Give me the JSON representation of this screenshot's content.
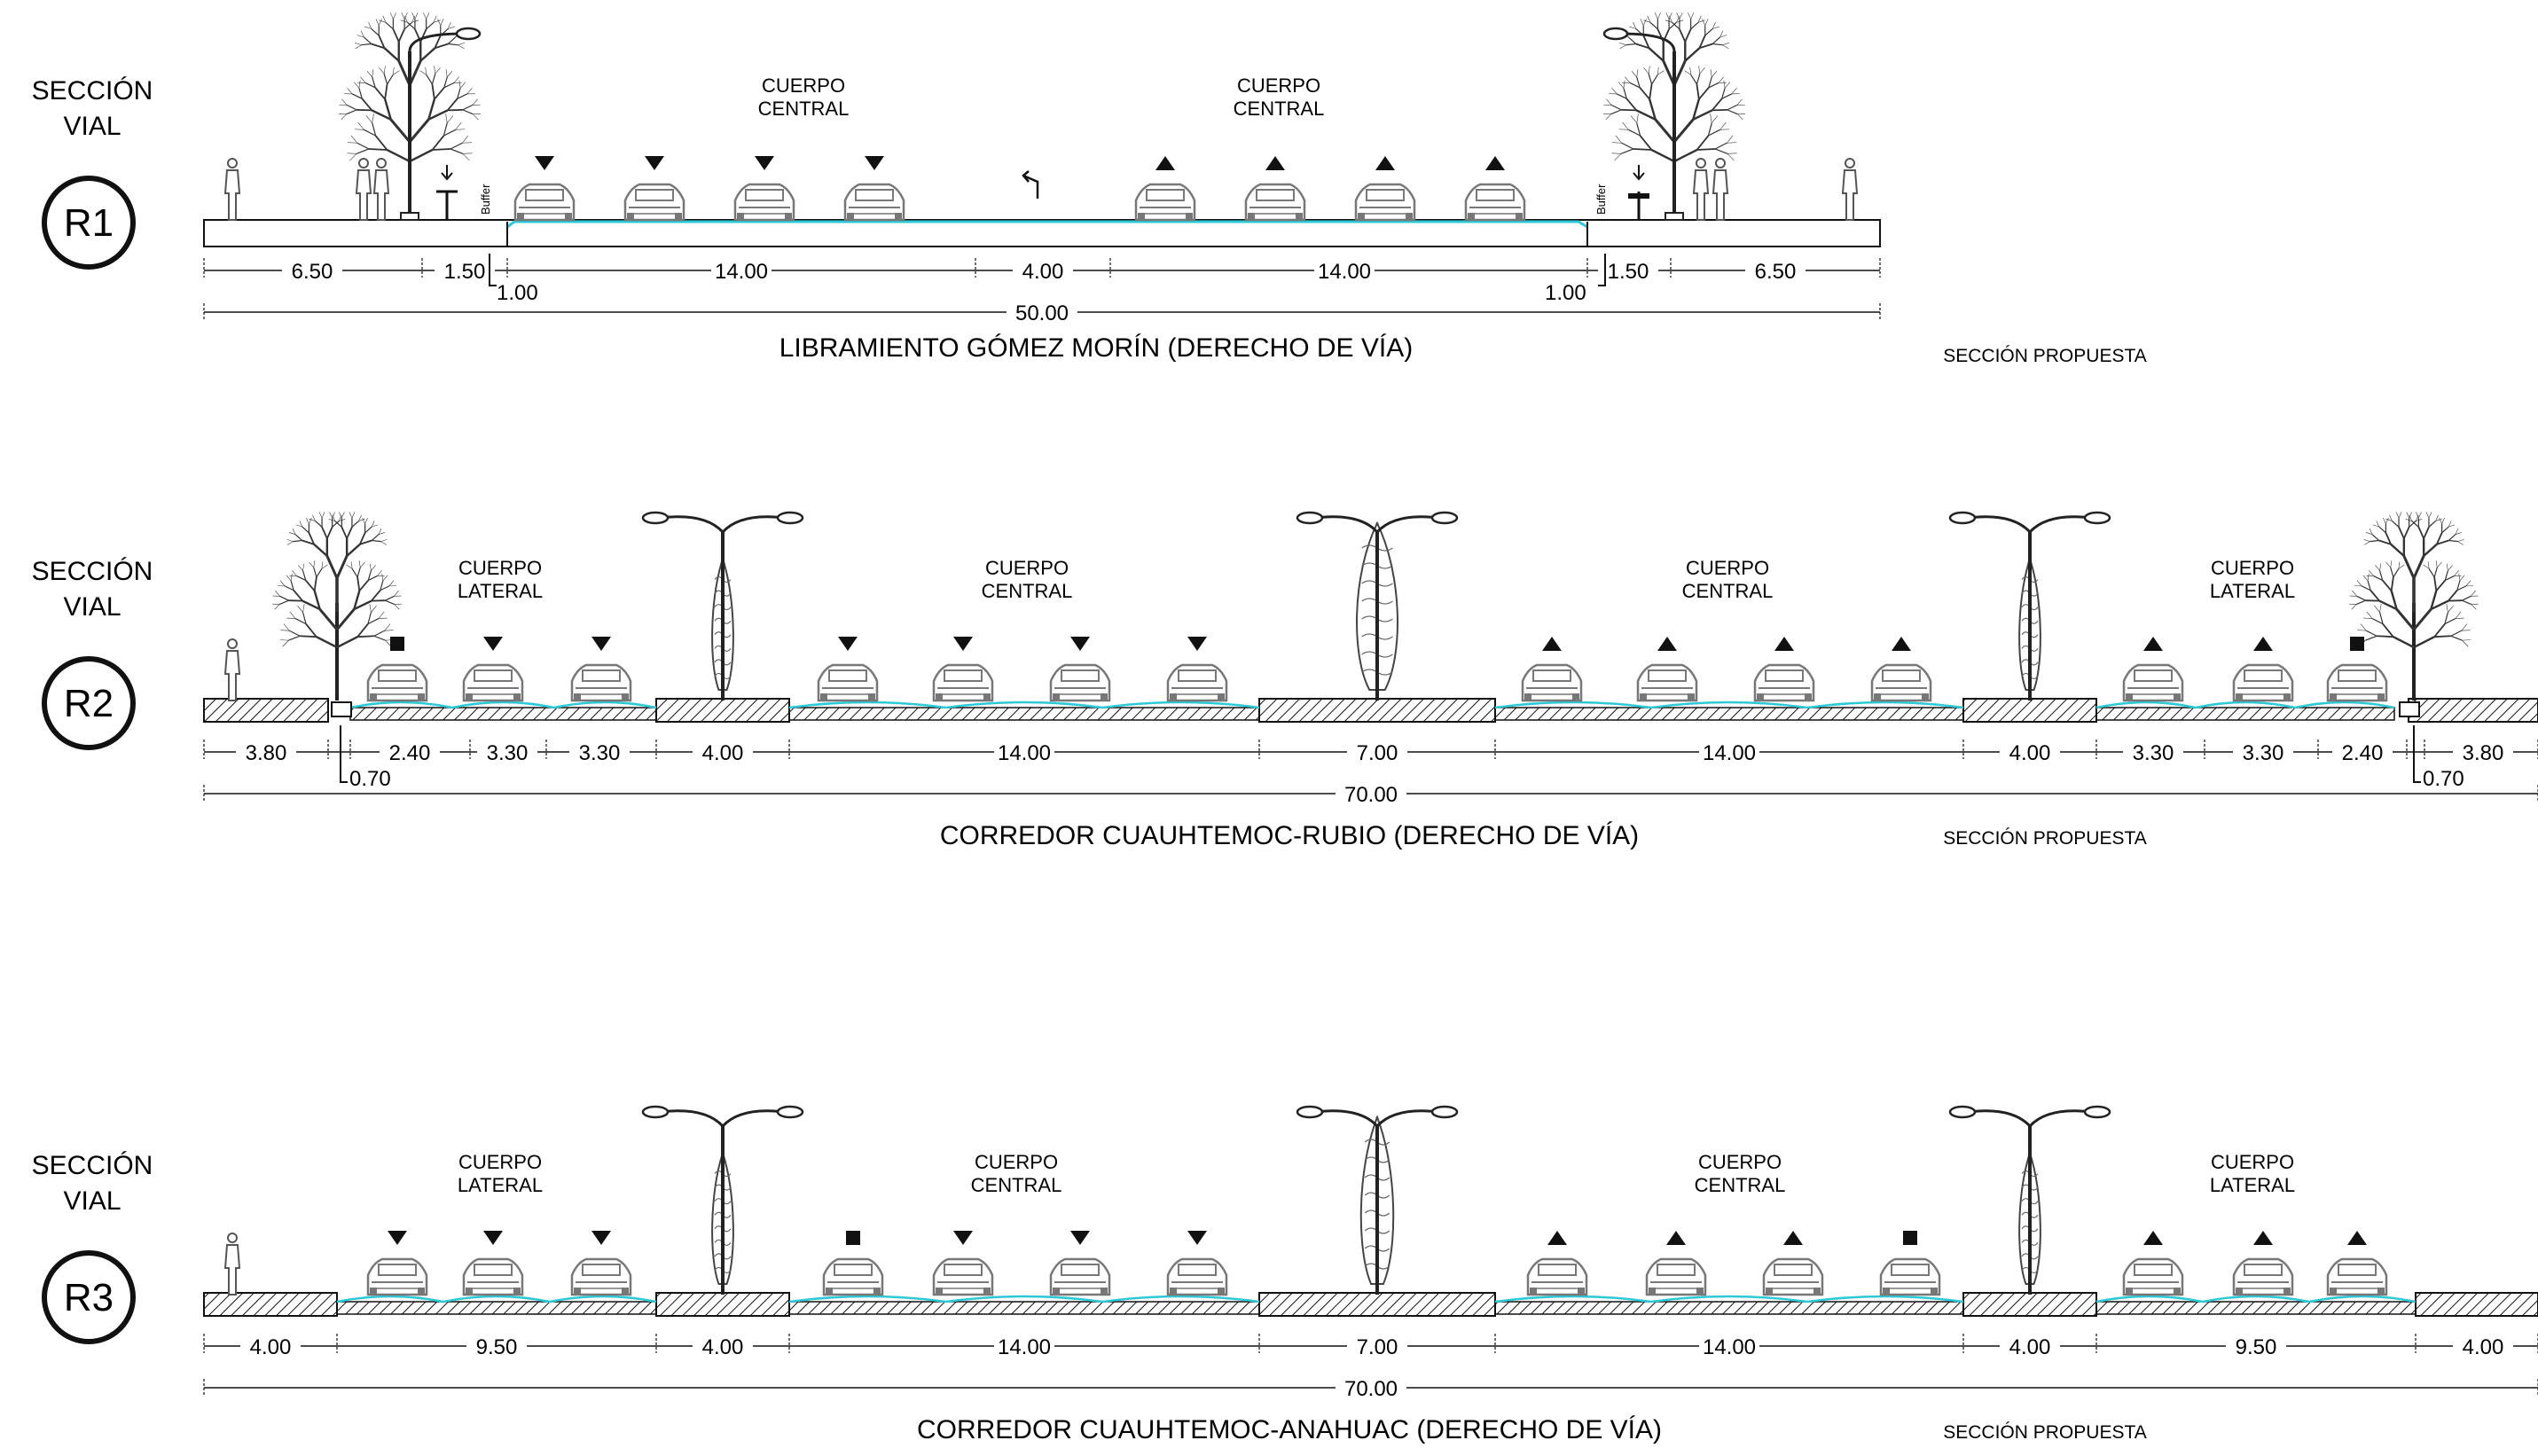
{
  "sections": [
    {
      "heading": [
        "SECCIÓN",
        "VIAL"
      ],
      "badge": "R1",
      "title": "LIBRAMIENTO GÓMEZ MORÍN (DERECHO DE VÍA)",
      "proposal": "SECCIÓN PROPUESTA",
      "bodies": [
        {
          "label": [
            "CUERPO",
            "CENTRAL"
          ]
        },
        {
          "label": [
            "CUERPO",
            "CENTRAL"
          ]
        }
      ],
      "buffer_text": "Buffer",
      "dims": [
        "6.50",
        "1.50",
        "14.00",
        "4.00",
        "14.00",
        "1.50",
        "6.50"
      ],
      "dims_small": [
        "1.00",
        "1.00"
      ],
      "total": "50.00",
      "car_markers": [
        "down",
        "down",
        "down",
        "down",
        "up",
        "up",
        "up",
        "up"
      ],
      "turn_icon": "left-turn-arrow-icon"
    },
    {
      "heading": [
        "SECCIÓN",
        "VIAL"
      ],
      "badge": "R2",
      "title": "CORREDOR CUAUHTEMOC-RUBIO (DERECHO DE VÍA)",
      "proposal": "SECCIÓN PROPUESTA",
      "bodies": [
        {
          "label": [
            "CUERPO",
            "LATERAL"
          ]
        },
        {
          "label": [
            "CUERPO",
            "CENTRAL"
          ]
        },
        {
          "label": [
            "CUERPO",
            "CENTRAL"
          ]
        },
        {
          "label": [
            "CUERPO",
            "LATERAL"
          ]
        }
      ],
      "dims": [
        "3.80",
        "2.40",
        "3.30",
        "3.30",
        "4.00",
        "14.00",
        "7.00",
        "14.00",
        "4.00",
        "3.30",
        "3.30",
        "2.40",
        "3.80"
      ],
      "dims_small": [
        "0.70",
        "0.70"
      ],
      "total": "70.00",
      "car_markers": [
        "square",
        "down",
        "down",
        "down",
        "down",
        "down",
        "down",
        "up",
        "up",
        "up",
        "up",
        "up",
        "up",
        "square"
      ]
    },
    {
      "heading": [
        "SECCIÓN",
        "VIAL"
      ],
      "badge": "R3",
      "title": "CORREDOR CUAUHTEMOC-ANAHUAC (DERECHO DE VÍA)",
      "proposal": "SECCIÓN PROPUESTA",
      "bodies": [
        {
          "label": [
            "CUERPO",
            "LATERAL"
          ]
        },
        {
          "label": [
            "CUERPO",
            "CENTRAL"
          ]
        },
        {
          "label": [
            "CUERPO",
            "CENTRAL"
          ]
        },
        {
          "label": [
            "CUERPO",
            "LATERAL"
          ]
        }
      ],
      "dims": [
        "4.00",
        "9.50",
        "4.00",
        "14.00",
        "7.00",
        "14.00",
        "4.00",
        "9.50",
        "4.00"
      ],
      "total": "70.00",
      "car_markers": [
        "down",
        "down",
        "down",
        "square",
        "down",
        "down",
        "down",
        "up",
        "up",
        "up",
        "square",
        "up",
        "up",
        "up"
      ]
    }
  ],
  "colors": {
    "line": "#111111",
    "water": "#2ec9d6",
    "car": "#777777"
  }
}
